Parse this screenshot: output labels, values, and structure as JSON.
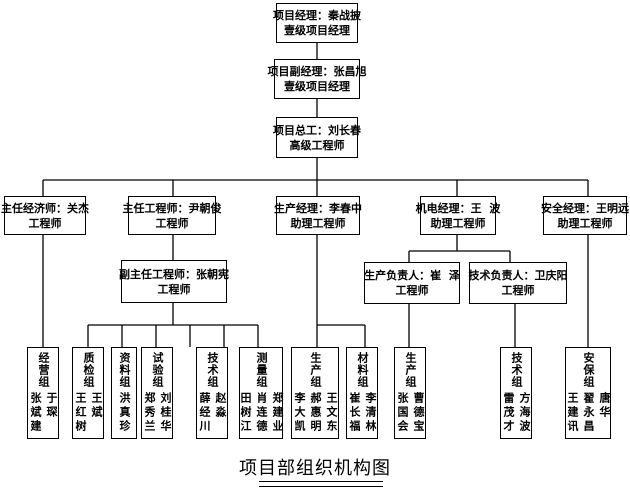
{
  "manager": {
    "line1": "项目经理：秦战披",
    "line2": "壹级项目经理"
  },
  "deputy_manager": {
    "line1": "项目副经理：张昌旭",
    "line2": "壹级项目经理"
  },
  "chief_engineer": {
    "line1": "项目总工：刘长春",
    "line2": "高级工程师"
  },
  "economist": {
    "line1": "主任经济师：关杰",
    "line2": "工程师"
  },
  "chief_eng2": {
    "line1": "主任工程师：尹朝俊",
    "line2": "工程师"
  },
  "production_manager": {
    "line1": "生产经理：李春中",
    "line2": "助理工程师"
  },
  "electromech_manager": {
    "line1": "机电经理：王  波",
    "line2": "助理工程师"
  },
  "safety_manager": {
    "line1": "安全经理：王明远",
    "line2": "助理工程师"
  },
  "deputy_chief_eng": {
    "line1": "副主任工程师：张朝宪",
    "line2": "工程师"
  },
  "production_lead": {
    "line1": "生产负责人：崔  泽",
    "line2": "工程师"
  },
  "tech_lead": {
    "line1": "技术负责人：卫庆阳",
    "line2": "工程师"
  },
  "groups": [
    {
      "name": "经营组",
      "members": [
        "于琛",
        "张斌建"
      ]
    },
    {
      "name": "质检组",
      "members": [
        "王斌",
        "王红树"
      ]
    },
    {
      "name": "资料组",
      "members": [
        "洪真珍"
      ]
    },
    {
      "name": "试验组",
      "members": [
        "刘桂华",
        "郑秀兰"
      ]
    },
    {
      "name": "技术组",
      "members": [
        "赵淼",
        "薛经川"
      ]
    },
    {
      "name": "测量组",
      "members": [
        "郑建业",
        "肖连德",
        "田树江"
      ]
    },
    {
      "name": "生产组",
      "members": [
        "王文东",
        "郝惠明",
        "李大凯"
      ]
    },
    {
      "name": "材料组",
      "members": [
        "李清林",
        "崔长福"
      ]
    },
    {
      "name": "生产组",
      "members": [
        "曹德宝",
        "张国会"
      ]
    },
    {
      "name": "技术组",
      "members": [
        "方海波",
        "雷茂才"
      ]
    },
    {
      "name": "安保组",
      "members": [
        "唐华",
        "翟永昌",
        "王建讯"
      ]
    }
  ],
  "title": "项目部组织机构图"
}
